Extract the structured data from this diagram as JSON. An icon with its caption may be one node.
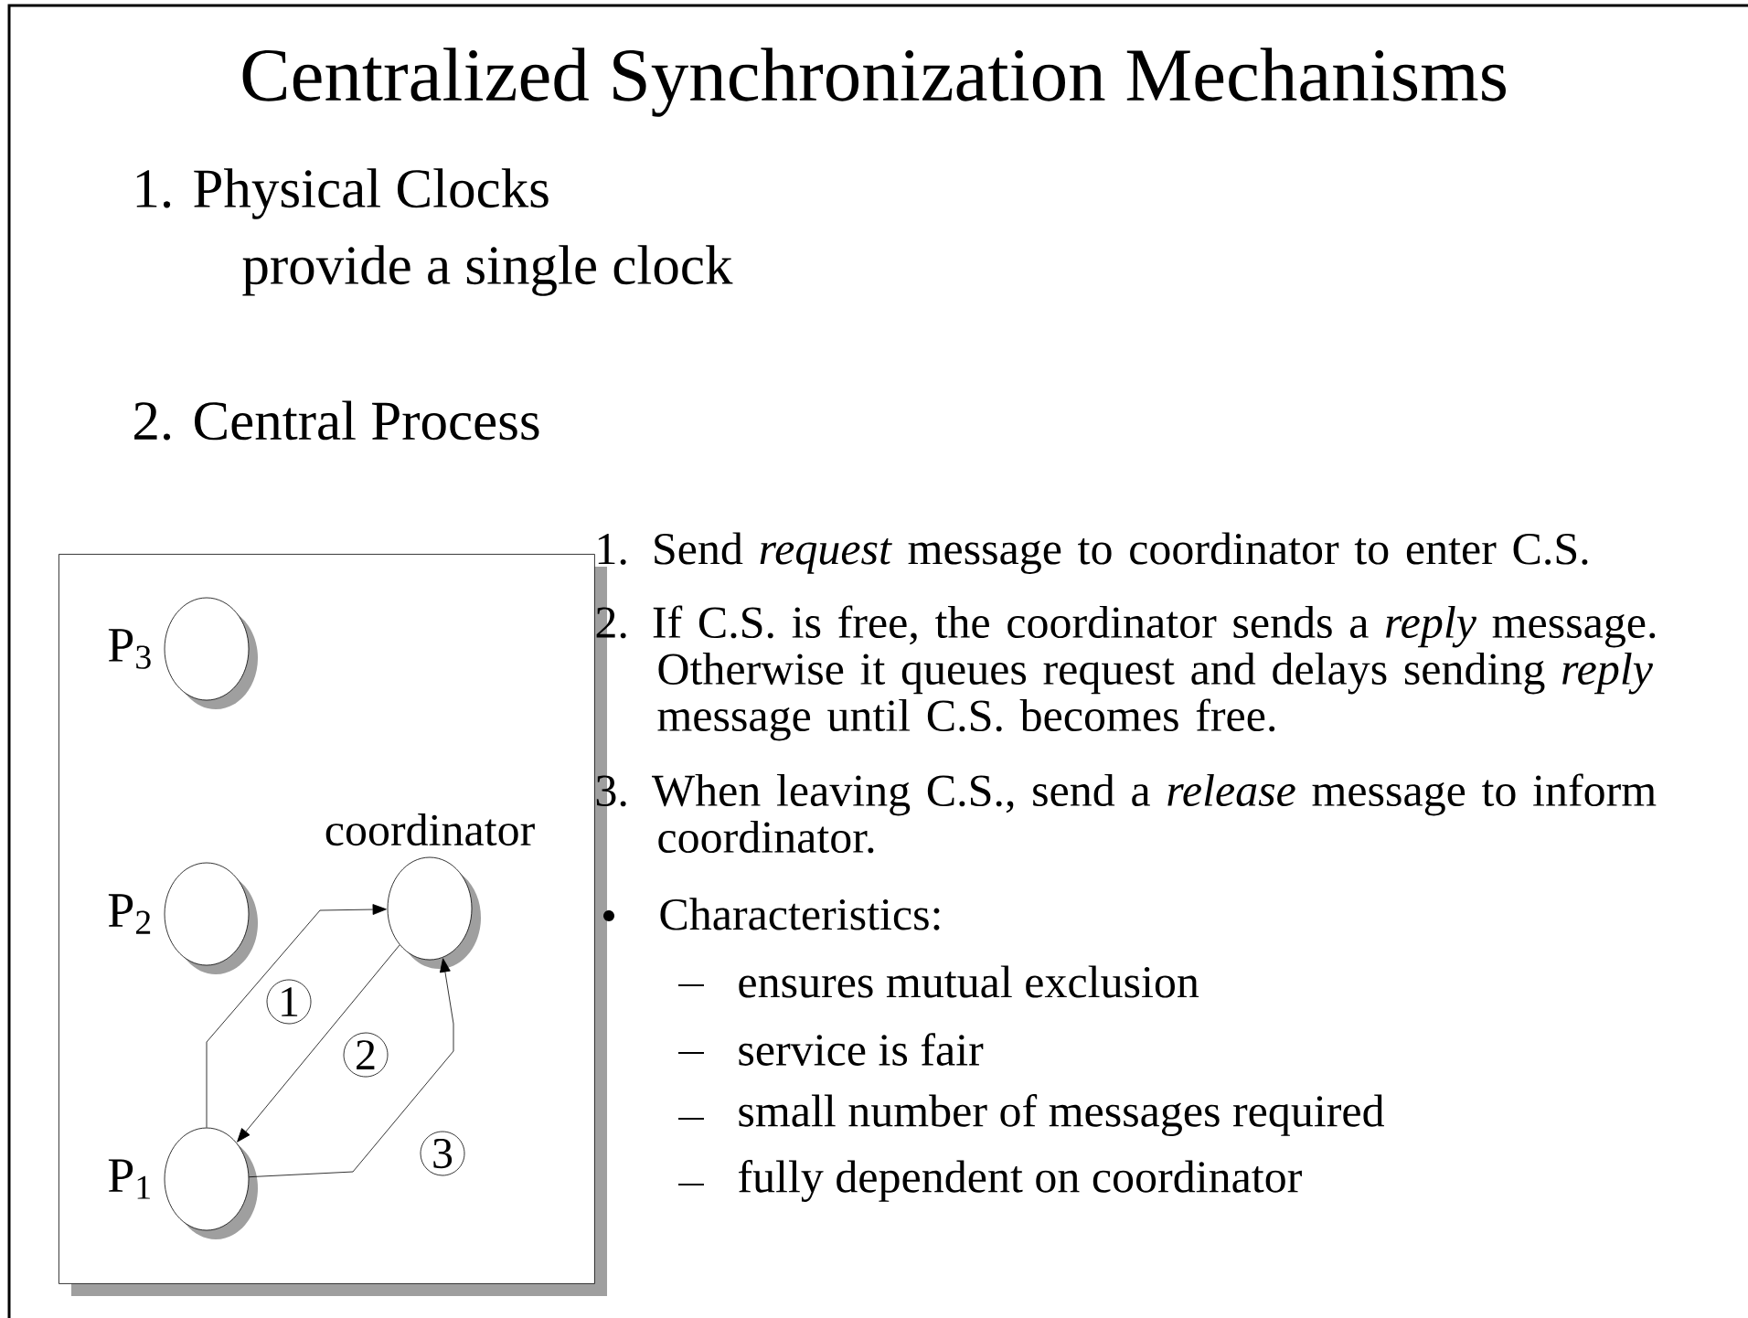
{
  "diagram": {
    "title": "Centralized Synchronization Mechanisms",
    "nodes": [
      {
        "text": [],
        "shape": "box"
      },
      {
        "text": [],
        "shape": "circle",
        "beside": [
          "P$_{3}$"
        ],
        "in": 0
      },
      {
        "text": [],
        "shape": "circle",
        "beside": [
          "P$_{2}$"
        ],
        "in": 0
      },
      {
        "text": [],
        "shape": "circle",
        "beside": [
          "P$_{1}$"
        ],
        "in": 0
      },
      {
        "text": [],
        "shape": "circle",
        "beside": [
          "coordinator"
        ],
        "in": 0
      }
    ],
    "edges": [
      {
        "from": 3,
        "to": 4,
        "arrow": "to",
        "label": "1"
      },
      {
        "from": 4,
        "to": 3,
        "arrow": "to",
        "label": "2"
      },
      {
        "from": 3,
        "to": 4,
        "arrow": "to",
        "label": "3"
      }
    ],
    "labels": [
      "1. Physical Clocks",
      "provide a single clock",
      "2. Central Process",
      "1. Send *request* message to coordinator to enter C.S.",
      "2. If C.S. is free, the coordinator sends a *reply* message. Otherwise it queues request and delays sending *reply* message until C.S. becomes free.",
      "3. When leaving C.S., send a *release* message to inform coordinator.",
      "Characteristics:",
      "ensures mutual exclusion",
      "service is fair",
      "small number of messages required",
      "fully dependent on coordinator"
    ]
  }
}
